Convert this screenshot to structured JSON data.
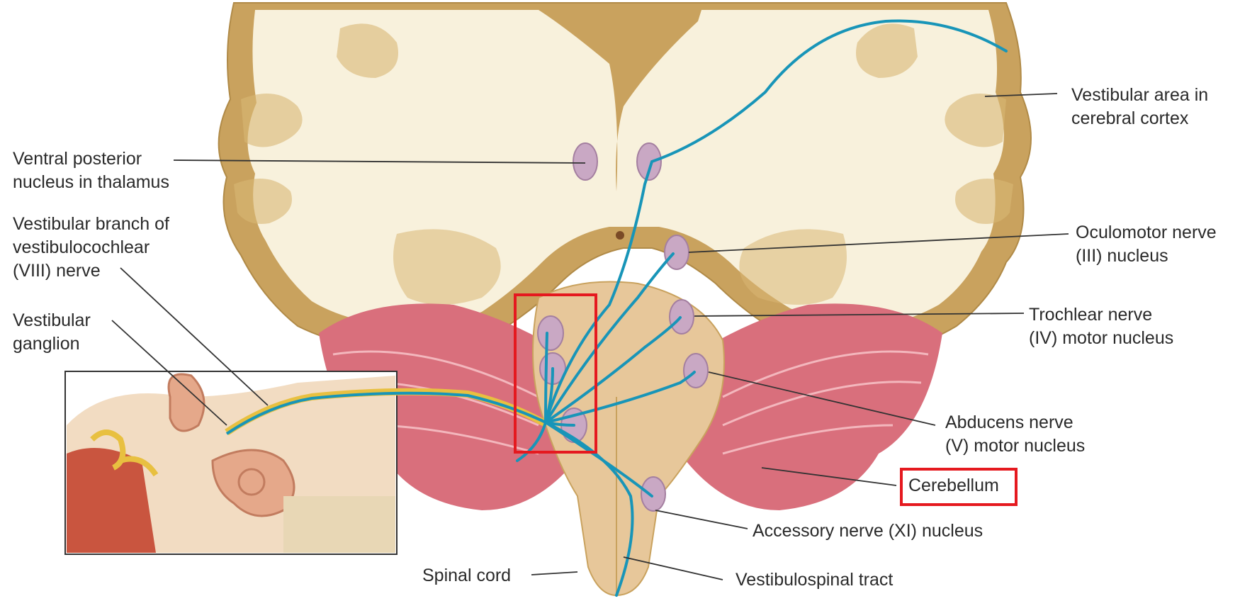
{
  "labels": {
    "vestibular_area": [
      "Vestibular area in",
      "cerebral cortex"
    ],
    "ventral_posterior": [
      "Ventral posterior",
      "nucleus in thalamus"
    ],
    "vestibular_branch": [
      "Vestibular branch of",
      "vestibulocochlear",
      "(VIII) nerve"
    ],
    "vestibular_ganglion": [
      "Vestibular",
      "ganglion"
    ],
    "oculomotor": [
      "Oculomotor nerve",
      "(III) nucleus"
    ],
    "trochlear": [
      "Trochlear nerve",
      "(IV) motor nucleus"
    ],
    "abducens": [
      "Abducens nerve",
      "(V) motor nucleus"
    ],
    "cerebellum": "Cerebellum",
    "accessory": "Accessory nerve (XI) nucleus",
    "spinal_cord": "Spinal cord",
    "vestibulospinal": "Vestibulospinal tract"
  },
  "colors": {
    "pathway": "#1895b8",
    "brain_outline": "#c9a25e",
    "white_matter": "#f8f1dc",
    "cerebellum": "#d96f7c",
    "brainstem": "#e7c79a",
    "nucleus": "#c9a8c4",
    "highlight": "#e5191f"
  }
}
